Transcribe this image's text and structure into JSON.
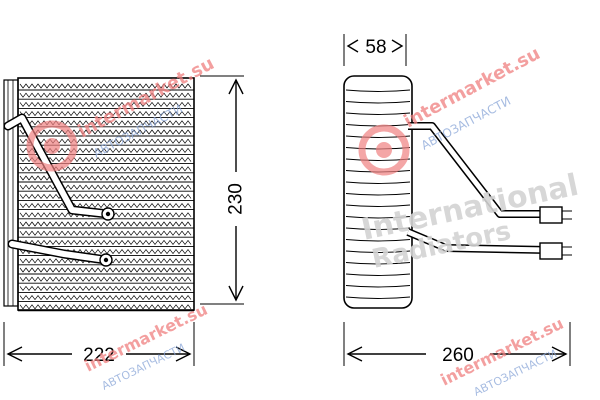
{
  "dimensions": {
    "width_front": "222",
    "height_front": "230",
    "depth_top": "58",
    "width_side": "260"
  },
  "watermarks": {
    "site": "intermarket.su",
    "subtitle": "АВТОЗАПЧАСТИ",
    "brand_line1": "International",
    "brand_line2": "Radiators"
  },
  "colors": {
    "line": "#000000",
    "watermark_red": "#f08080",
    "watermark_blue": "#8aa6d8",
    "watermark_grey": "#d3d3d3"
  }
}
